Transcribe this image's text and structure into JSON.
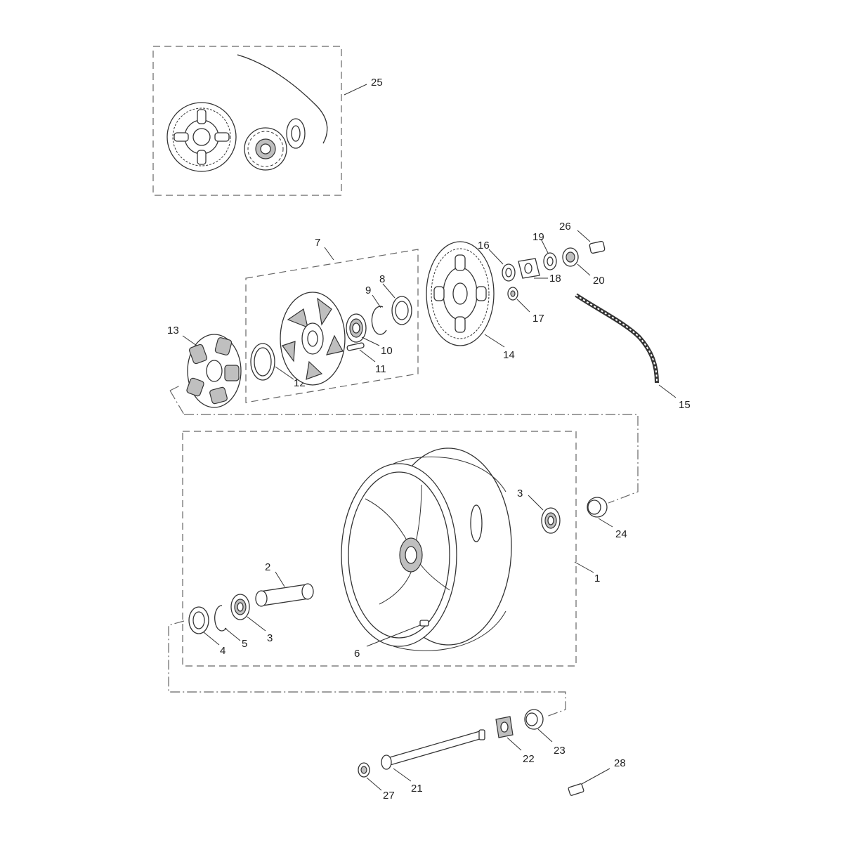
{
  "diagram": {
    "kind": "exploded parts diagram",
    "callouts": [
      "1",
      "2",
      "3",
      "3",
      "4",
      "5",
      "6",
      "7",
      "8",
      "9",
      "10",
      "11",
      "12",
      "13",
      "14",
      "15",
      "16",
      "17",
      "18",
      "19",
      "20",
      "21",
      "22",
      "23",
      "24",
      "25",
      "26",
      "27",
      "28"
    ],
    "colors": {
      "line": "#333333",
      "dash": "#666666",
      "background": "#ffffff"
    }
  }
}
